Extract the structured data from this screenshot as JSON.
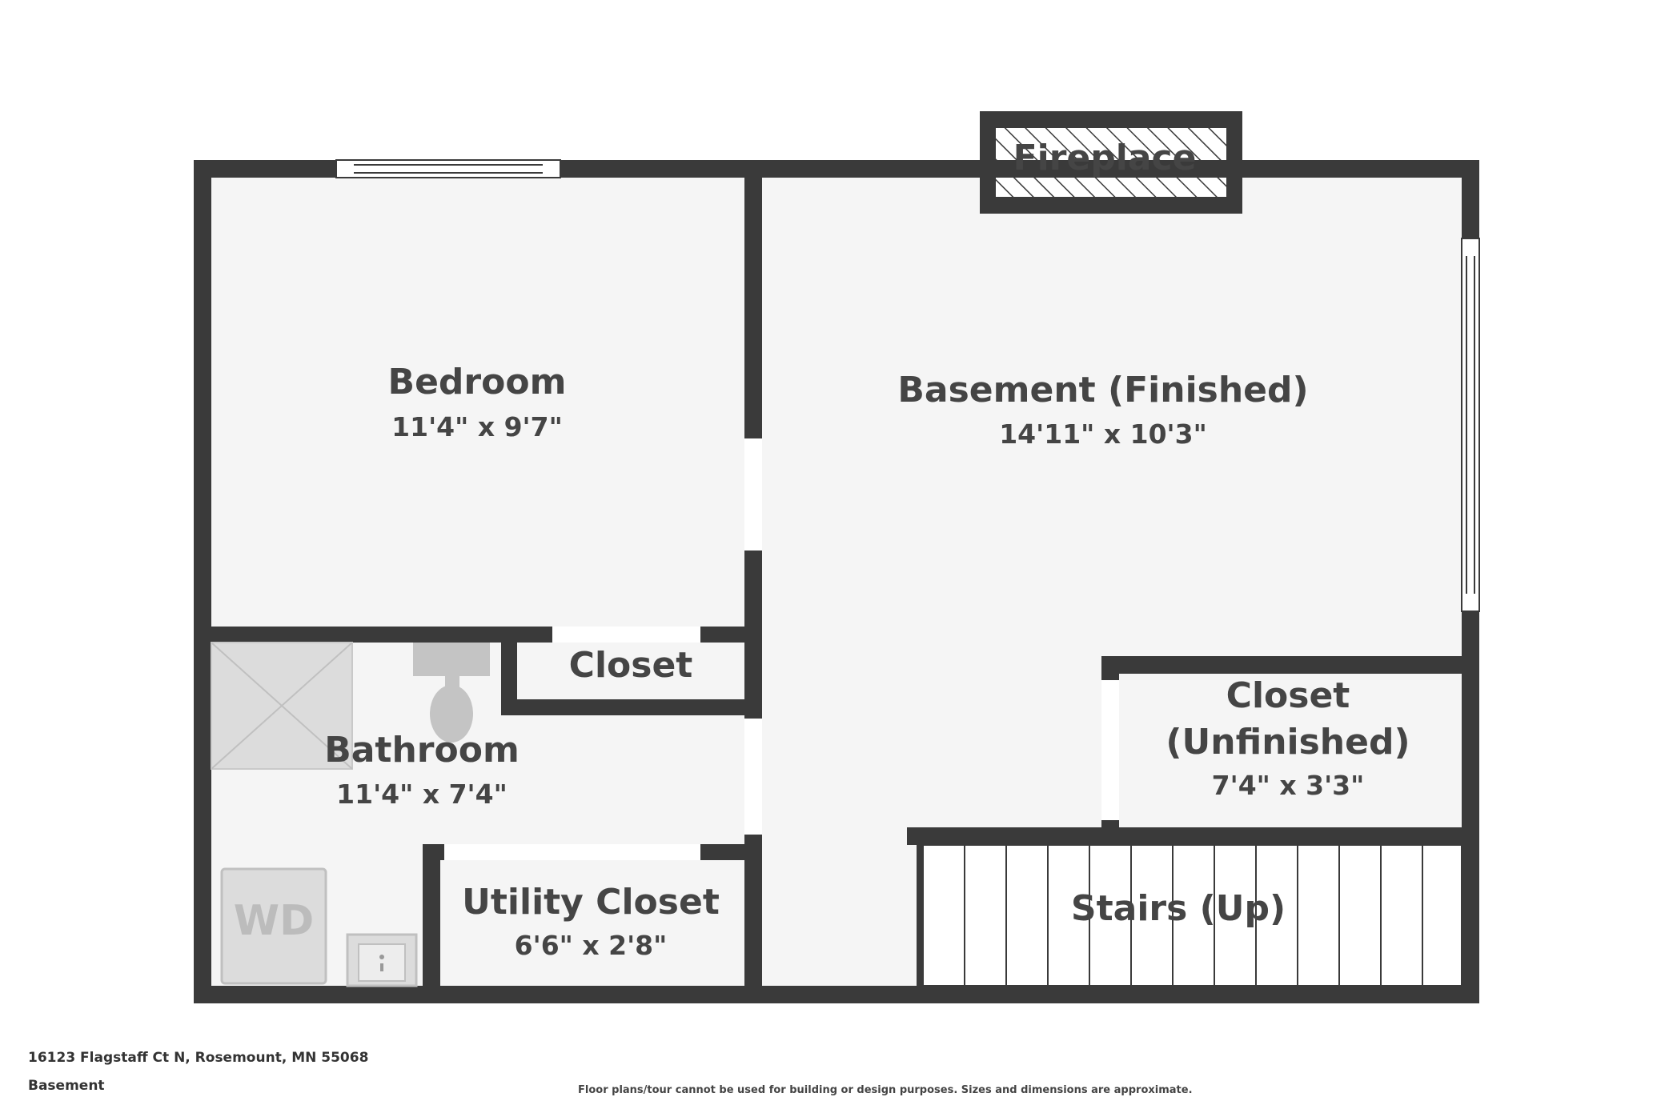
{
  "colors": {
    "wall": "#3a3a3a",
    "floor": "#f5f5f5",
    "fixture": "#c9c9c9",
    "text": "#454545"
  },
  "rooms": {
    "bedroom": {
      "name": "Bedroom",
      "dims": "11'4\" x 9'7\""
    },
    "basement": {
      "name": "Basement (Finished)",
      "dims": "14'11\" x 10'3\""
    },
    "bathroom": {
      "name": "Bathroom",
      "dims": "11'4\" x 7'4\""
    },
    "closet": {
      "name": "Closet"
    },
    "closet_unfin": {
      "name1": "Closet",
      "name2": "(Unfinished)",
      "dims": "7'4\" x 3'3\""
    },
    "utility": {
      "name": "Utility Closet",
      "dims": "6'6\" x 2'8\""
    },
    "stairs": {
      "name": "Stairs (Up)"
    },
    "fireplace": {
      "name": "Fireplace"
    }
  },
  "fixtures": {
    "washer_dryer": "WD"
  },
  "footer": {
    "address": "16123 Flagstaff Ct N, Rosemount, MN 55068",
    "level": "Basement",
    "disclaimer": "Floor plans/tour cannot be used for building or design purposes. Sizes and dimensions are approximate."
  }
}
